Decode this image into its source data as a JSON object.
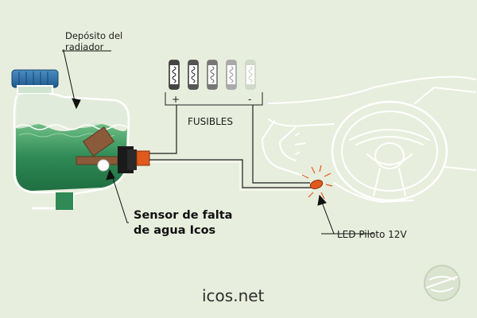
{
  "labels": {
    "reservoir": [
      "Depósito del",
      "radiador"
    ],
    "fuses": "FUSIBLES",
    "fuse_plus": "+",
    "fuse_minus": "-",
    "sensor": [
      "Sensor de falta",
      "de agua Icos"
    ],
    "led": "LED Piloto 12V",
    "website": "icos.net"
  },
  "colors": {
    "background": "#e8eedd",
    "coolant": "#2f8a55",
    "cap": "#2a6fa6",
    "float": "#8a5a3a",
    "connector": "#e05a1e",
    "outline": "#ffffff"
  },
  "icons": [
    "fuse-icon",
    "car-dashboard-icon",
    "led-icon",
    "icos-logo-icon"
  ]
}
